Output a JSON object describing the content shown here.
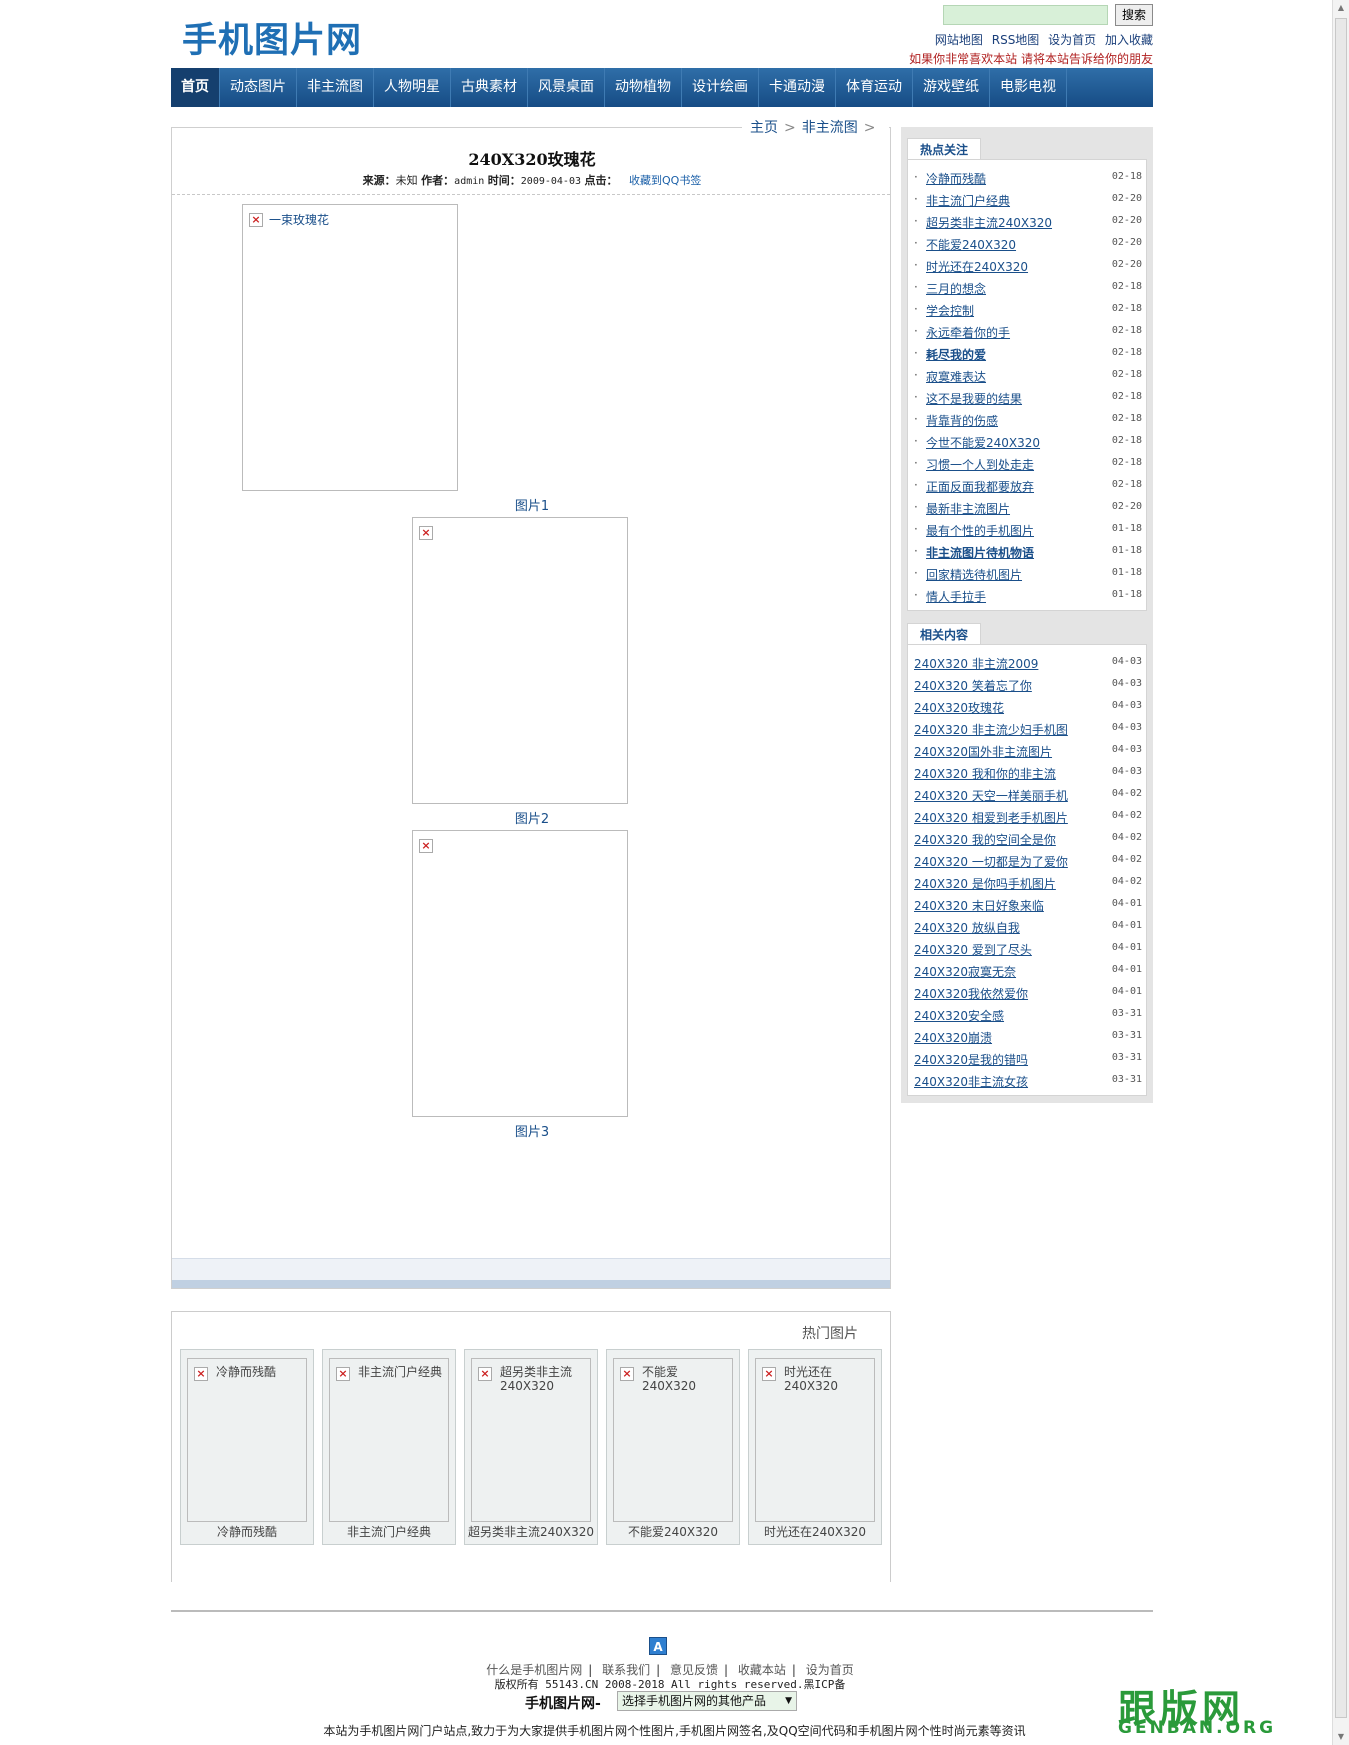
{
  "header": {
    "logo": "手机图片网",
    "search_button": "搜索",
    "top_links": [
      "网站地图",
      "RSS地图",
      "设为首页",
      "加入收藏"
    ],
    "tip": "如果你非常喜欢本站 请将本站告诉给你的朋友"
  },
  "nav": [
    "首页",
    "动态图片",
    "非主流图",
    "人物明星",
    "古典素材",
    "风景桌面",
    "动物植物",
    "设计绘画",
    "卡通动漫",
    "体育运动",
    "游戏壁纸",
    "电影电视"
  ],
  "breadcrumb": {
    "home": "主页",
    "section": "非主流图",
    "sep": ">"
  },
  "article": {
    "title": "240X320玫瑰花",
    "source_label": "来源：",
    "source": "未知",
    "author_label": "作者：",
    "author": "admin",
    "time_label": "时间：",
    "time": "2009-04-03",
    "clicks_label": "点击：",
    "bookmark": "收藏到QQ书签",
    "image1_alt": "一束玫瑰花",
    "captions": [
      "图片1",
      "图片2",
      "图片3"
    ]
  },
  "sidebar": {
    "hot_title": "热点关注",
    "hot_items": [
      {
        "t": "冷静而残酷",
        "d": "02-18",
        "b": false
      },
      {
        "t": "非主流门户经典",
        "d": "02-20",
        "b": false
      },
      {
        "t": "超另类非主流240X320",
        "d": "02-20",
        "b": false
      },
      {
        "t": "不能爱240X320",
        "d": "02-20",
        "b": false
      },
      {
        "t": "时光还在240X320",
        "d": "02-20",
        "b": false
      },
      {
        "t": "三月的想念",
        "d": "02-18",
        "b": false
      },
      {
        "t": "学会控制",
        "d": "02-18",
        "b": false
      },
      {
        "t": "永远牵着你的手",
        "d": "02-18",
        "b": false
      },
      {
        "t": "耗尽我的爱",
        "d": "02-18",
        "b": true
      },
      {
        "t": "寂寞难表达",
        "d": "02-18",
        "b": false
      },
      {
        "t": "这不是我要的结果",
        "d": "02-18",
        "b": false
      },
      {
        "t": "背靠背的伤感",
        "d": "02-18",
        "b": false
      },
      {
        "t": "今世不能爱240X320",
        "d": "02-18",
        "b": false
      },
      {
        "t": "习惯一个人到处走走",
        "d": "02-18",
        "b": false
      },
      {
        "t": "正面反面我都要放弃",
        "d": "02-18",
        "b": false
      },
      {
        "t": "最新非主流图片",
        "d": "02-20",
        "b": false
      },
      {
        "t": "最有个性的手机图片",
        "d": "01-18",
        "b": false
      },
      {
        "t": "非主流图片待机物语",
        "d": "01-18",
        "b": true
      },
      {
        "t": "回家精选待机图片",
        "d": "01-18",
        "b": false
      },
      {
        "t": "情人手拉手",
        "d": "01-18",
        "b": false
      }
    ],
    "related_title": "相关内容",
    "related_items": [
      {
        "t": "240X320 非主流2009",
        "d": "04-03"
      },
      {
        "t": "240X320 笑着忘了你",
        "d": "04-03"
      },
      {
        "t": "240X320玫瑰花",
        "d": "04-03"
      },
      {
        "t": "240X320 非主流少妇手机图",
        "d": "04-03"
      },
      {
        "t": "240X320国外非主流图片",
        "d": "04-03"
      },
      {
        "t": "240X320 我和你的非主流",
        "d": "04-03"
      },
      {
        "t": "240X320 天空一样美丽手机",
        "d": "04-02"
      },
      {
        "t": "240X320 相爱到老手机图片",
        "d": "04-02"
      },
      {
        "t": "240X320 我的空间全是你",
        "d": "04-02"
      },
      {
        "t": "240X320 一切都是为了爱你",
        "d": "04-02"
      },
      {
        "t": "240X320 是你吗手机图片",
        "d": "04-02"
      },
      {
        "t": "240X320 末日好象来临",
        "d": "04-01"
      },
      {
        "t": "240X320 放纵自我",
        "d": "04-01"
      },
      {
        "t": "240X320 爱到了尽头",
        "d": "04-01"
      },
      {
        "t": "240X320寂寞无奈",
        "d": "04-01"
      },
      {
        "t": "240X320我依然爱你",
        "d": "04-01"
      },
      {
        "t": "240X320安全感",
        "d": "03-31"
      },
      {
        "t": "240X320崩溃",
        "d": "03-31"
      },
      {
        "t": "240X320是我的错吗",
        "d": "03-31"
      },
      {
        "t": "240X320非主流女孩",
        "d": "03-31"
      }
    ]
  },
  "hot_images": {
    "title": "热门图片",
    "cards": [
      {
        "alt": "冷静而残酷",
        "label": "冷静而残酷"
      },
      {
        "alt": "非主流门户经典",
        "label": "非主流门户经典"
      },
      {
        "alt": "超另类非主流240X320",
        "label": "超另类非主流240X320"
      },
      {
        "alt": "不能爱240X320",
        "label": "不能爱240X320"
      },
      {
        "alt": "时光还在240X320",
        "label": "时光还在240X320"
      }
    ]
  },
  "footer": {
    "links": [
      "什么是手机图片网",
      "联系我们",
      "意见反馈",
      "收藏本站",
      "设为首页"
    ],
    "copyright": "版权所有 55143.CN 2008-2018 All rights reserved.黑ICP备",
    "site_label": "手机图片网-",
    "site_select": "选择手机图片网的其他产品",
    "description": "本站为手机图片网门户站点,致力于为大家提供手机图片网个性图片,手机图片网签名,及QQ空间代码和手机图片网个性时尚元素等资讯"
  },
  "watermark": {
    "cn": "跟版网",
    "en": "GENBAN.ORG"
  }
}
